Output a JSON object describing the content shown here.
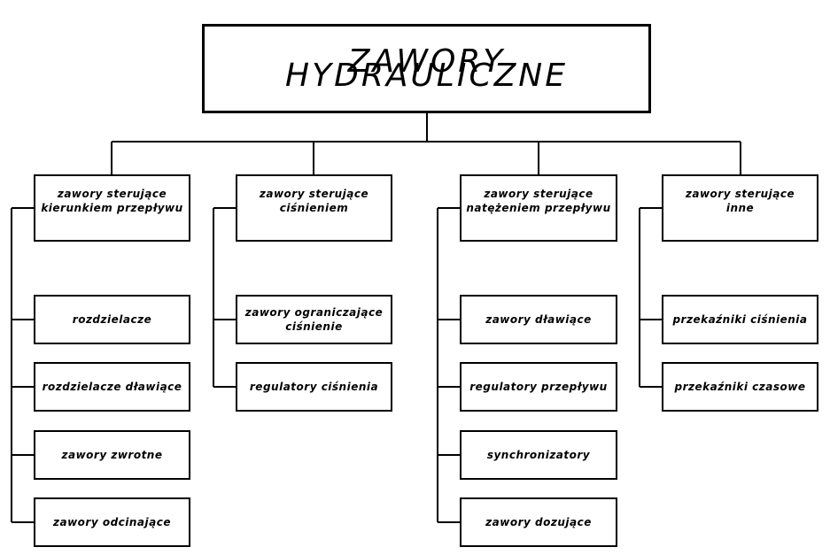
{
  "root": {
    "label": "ZAWORY HYDRAULICZNE"
  },
  "categories": [
    {
      "label": "zawory sterujące\nkierunkiem przepływu",
      "items": [
        "rozdzielacze",
        "rozdzielacze dławiące",
        "zawory zwrotne",
        "zawory odcinające"
      ]
    },
    {
      "label": "zawory sterujące\nciśnieniem",
      "items": [
        "zawory ograniczające\nciśnienie",
        "regulatory ciśnienia"
      ]
    },
    {
      "label": "zawory sterujące\nnatężeniem przepływu",
      "items": [
        "zawory dławiące",
        "regulatory przepływu",
        "synchronizatory",
        "zawory dozujące"
      ]
    },
    {
      "label": "zawory sterujące\ninne",
      "items": [
        "przekaźniki ciśnienia",
        "przekaźniki czasowe"
      ]
    }
  ]
}
